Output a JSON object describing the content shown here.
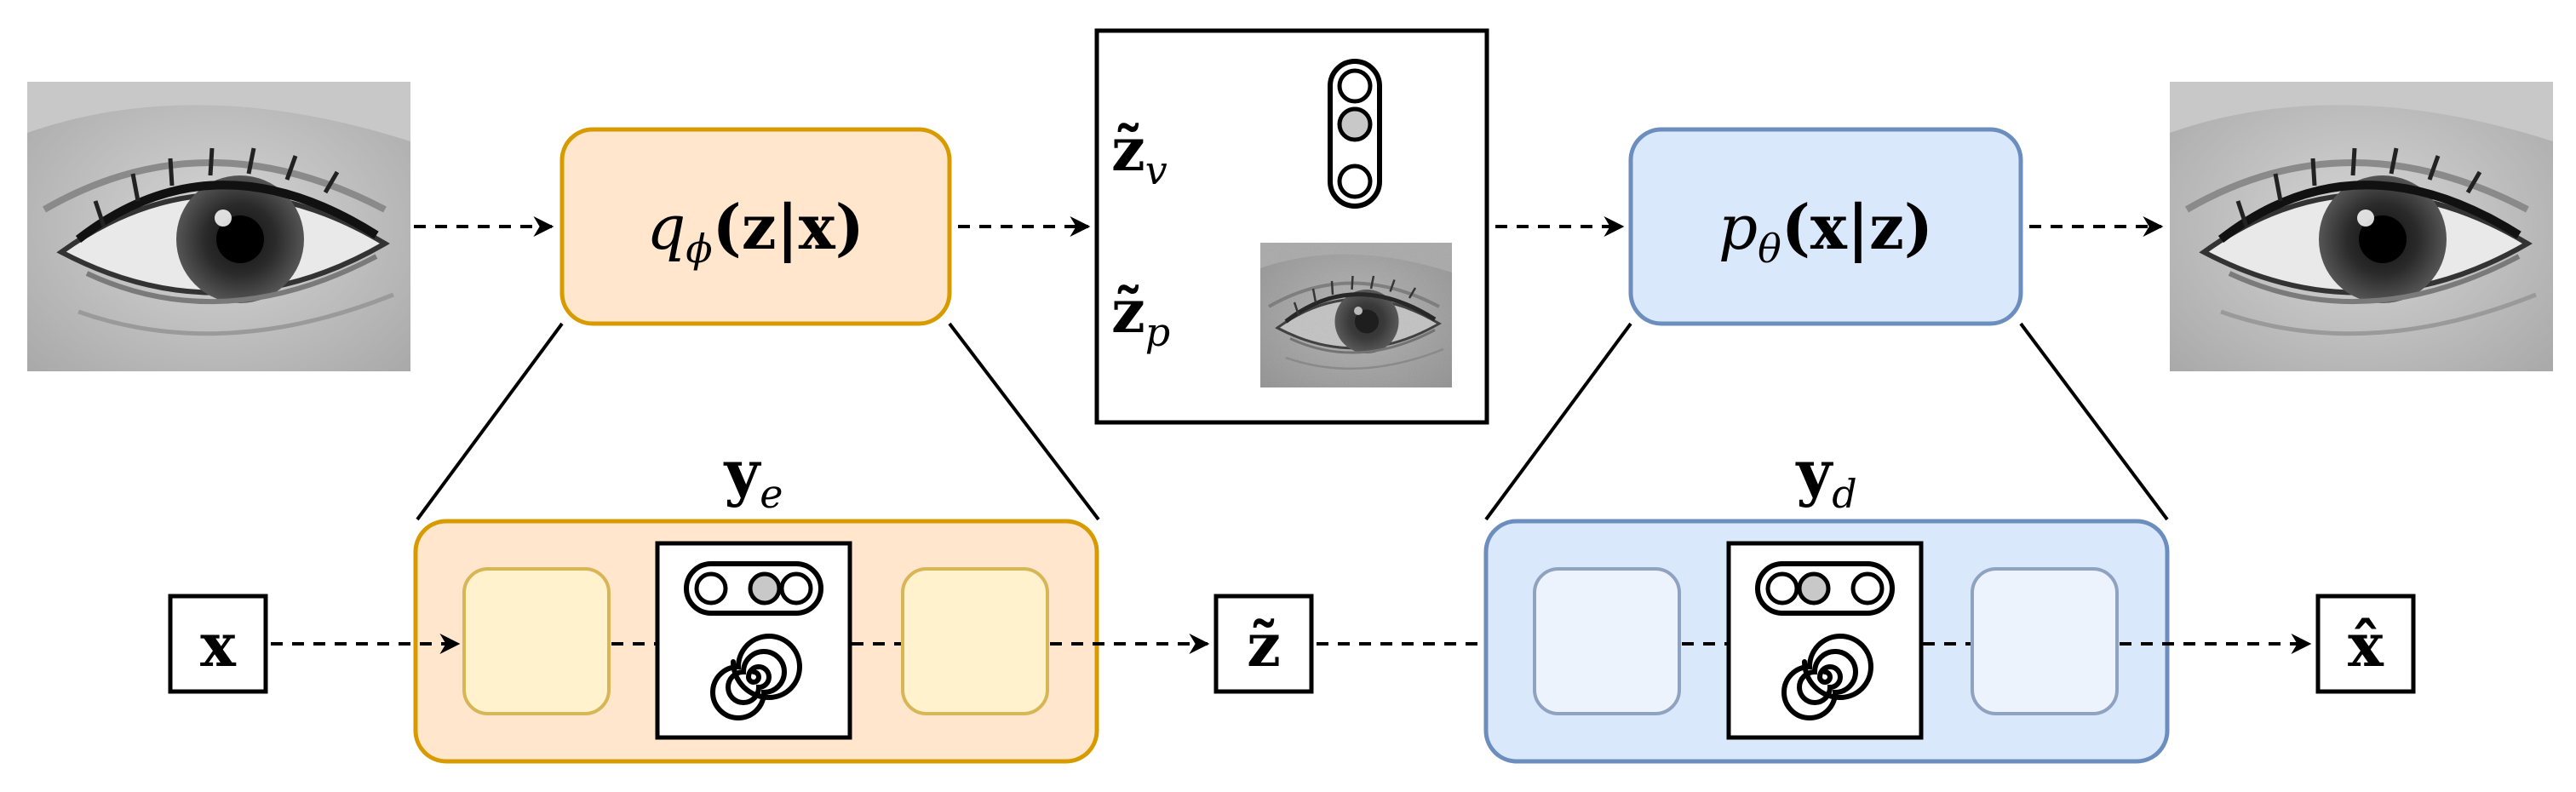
{
  "encoder": {
    "label_func": "q",
    "label_sub": "ϕ",
    "label_args": "(z|x)",
    "fill": "#ffe6cc",
    "stroke": "#d79b00"
  },
  "decoder": {
    "label_func": "p",
    "label_sub": "θ",
    "label_args": "(x|z)",
    "fill": "#dae8fc",
    "stroke": "#6c8ebf"
  },
  "latent_box": {
    "zv_label": "z̃",
    "zv_sub": "v",
    "zp_label": "z̃",
    "zp_sub": "p"
  },
  "encoder_detail": {
    "title": "y",
    "title_sub": "e",
    "fill": "#ffe6cc",
    "stroke": "#d79b00",
    "inner_fill": "#fff2cc",
    "inner_stroke": "#d6b656"
  },
  "decoder_detail": {
    "title": "y",
    "title_sub": "d",
    "fill": "#dae8fc",
    "stroke": "#6c8ebf",
    "inner_fill": "#edf3fc",
    "inner_stroke": "#8fa3c0"
  },
  "bottom_row": {
    "input_label": "x",
    "latent_label": "z̃",
    "output_label": "x̂"
  },
  "icons": {
    "eye_input": "eye-photo-icon",
    "eye_noisy": "noisy-eye-photo-icon",
    "eye_output": "eye-photo-icon",
    "vertical_state": "three-circle-vertical-icon",
    "horizontal_state": "three-circle-horizontal-icon",
    "spiral": "spiral-icon"
  }
}
